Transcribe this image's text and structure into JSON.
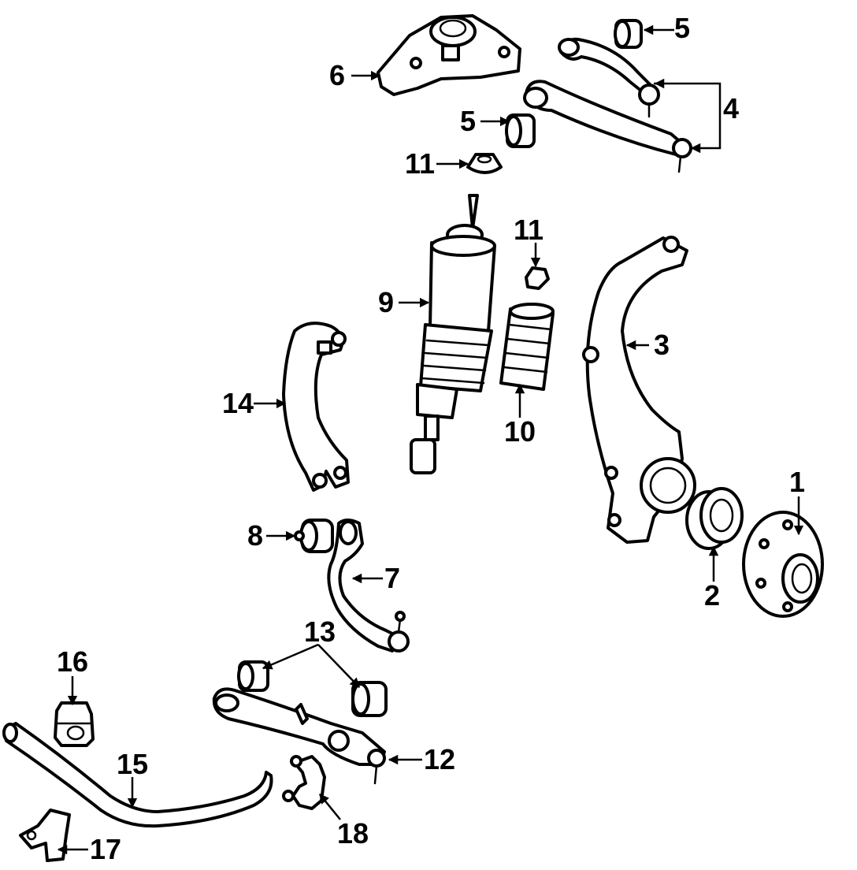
{
  "callouts": {
    "c1": "1",
    "c2": "2",
    "c3": "3",
    "c4": "4",
    "c5a": "5",
    "c5b": "5",
    "c6": "6",
    "c7": "7",
    "c8": "8",
    "c9": "9",
    "c10": "10",
    "c11a": "11",
    "c11b": "11",
    "c12": "12",
    "c13": "13",
    "c14": "14",
    "c15": "15",
    "c16": "16",
    "c17": "17",
    "c18": "18"
  },
  "colors": {
    "line": "#000000",
    "background": "#ffffff"
  }
}
